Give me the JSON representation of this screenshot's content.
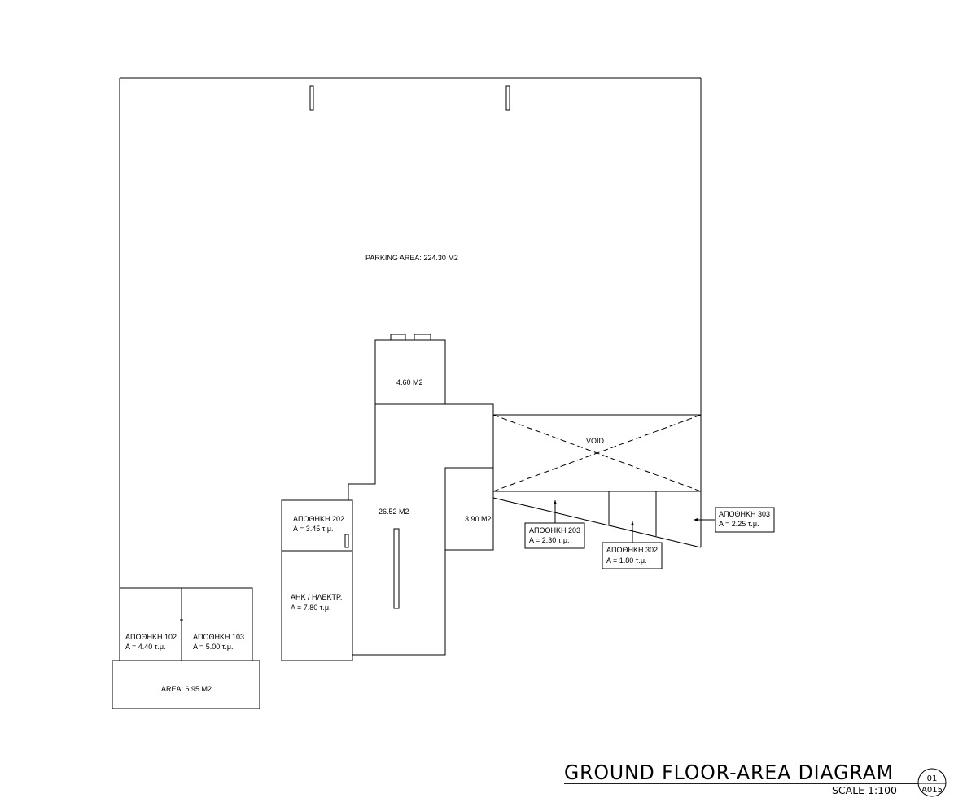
{
  "drawing": {
    "title": "GROUND FLOOR-AREA DIAGRAM",
    "scale": "SCALE 1:100",
    "detail_number": "01",
    "sheet_number": "A015"
  },
  "rooms": {
    "parking": "PARKING AREA: 224.30 M2",
    "room_460": "4.60 M2",
    "room_2652": "26.52 M2",
    "room_390": "3.90 M2",
    "void": "VOID",
    "area_695": "AREA: 6.95 M2",
    "storage_202": {
      "name": "ΑΠΟΘΗΚΗ 202",
      "area": "A = 3.45 τ.μ."
    },
    "ahk": {
      "name": "ΑΗΚ / ΗΛΕΚΤΡ.",
      "area": "A = 7.80 τ.μ."
    },
    "storage_102": {
      "name": "ΑΠΟΘΗΚΗ 102",
      "area": "A = 4.40 τ.μ."
    },
    "storage_103": {
      "name": "ΑΠΟΘΗΚΗ 103",
      "area": "A = 5.00 τ.μ."
    },
    "storage_203": {
      "name": "ΑΠΟΘΗΚΗ 203",
      "area": "A = 2.30 τ.μ."
    },
    "storage_302": {
      "name": "ΑΠΟΘΗΚΗ 302",
      "area": "A = 1.80 τ.μ."
    },
    "storage_303": {
      "name": "ΑΠΟΘΗΚΗ 303",
      "area": "A = 2.25 τ.μ."
    }
  }
}
